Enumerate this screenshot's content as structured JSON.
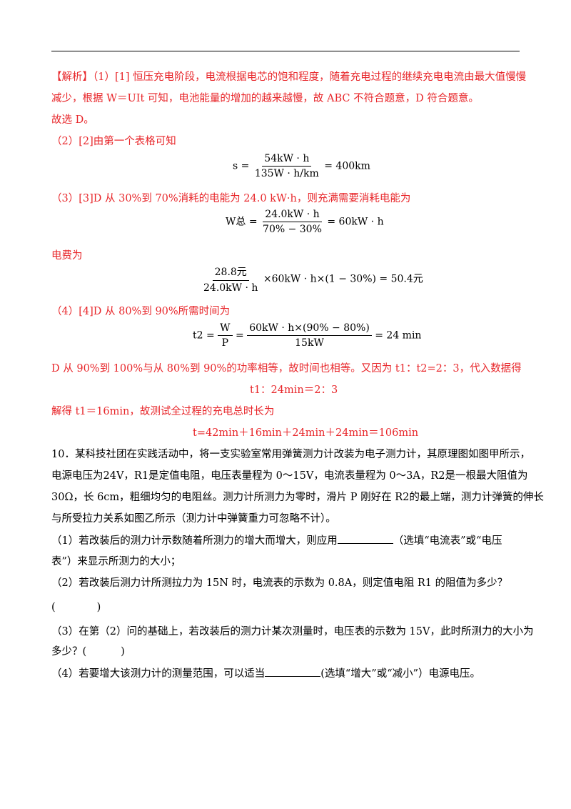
{
  "analysis": {
    "tag": "【解析】",
    "p1_a": "（1）[1] 恒压充电阶段，电流根据电芯的饱和程度，随着充电过程的继续充电电流由最大值慢慢",
    "p1_b": "减少，根据 W＝UIt 可知，电池能量的增加的越来越慢，故 ABC 不符合题意，D 符合题意。",
    "p1_c": "故选 D。",
    "p2": "（2）[2]由第一个表格可知",
    "f1_left": "s =",
    "f1_num": "54kW · h",
    "f1_den": "135W · h/km",
    "f1_right": "= 400km",
    "p3": "（3）[3]D 从 30%到 70%消耗的电能为 24.0 kW·h，则充满需要消耗电能为",
    "f2_left": "W总 =",
    "f2_num": "24.0kW · h",
    "f2_den": "70% − 30%",
    "f2_right": "= 60kW · h",
    "p_fee": "电费为",
    "f3_num": "28.8元",
    "f3_den": "24.0kW · h",
    "f3_right": "×60kW · h×(1 − 30%) = 50.4元",
    "p4": "（4）[4]D 从 80%到 90%所需时间为",
    "f4_left": "t2 =",
    "f4_n1": "W",
    "f4_d1": "P",
    "f4_mid": "=",
    "f4_num": "60kW · h×(90% − 80%)",
    "f4_den": "15kW",
    "f4_right": "= 24 min",
    "p5": "D 从 90%到 100%与从 80%到 90%的功率相等，故时间也相等。又因为 t1：t2=2：3，代入数据得",
    "eq5": "t1：24min＝2：3",
    "p6": "解得 t1＝16min，故测试全过程的充电总时长为",
    "eq6": "t=42min＋16min＋24min＋24min＝106min"
  },
  "question": {
    "l1": "10．某科技社团在实践活动中，将一支实验室常用弹簧测力计改装为电子测力计，其原理图如图甲所示，",
    "l2": "电源电压为24V，R1是定值电阻，电压表量程为 0～15V，电流表量程为 0～3A，R2是一根最大阻值为",
    "l3": "30Ω，长 6cm，粗细均匀的电阻丝。测力计所测力为零时，滑片 P 刚好在 R2的最上端，测力计弹簧的伸长",
    "l4": "与所受拉力关系如图乙所示（测力计中弹簧重力可忽略不计）。",
    "q1_a": "（1）若改装后的测力计示数随着所测力的增大而增大，则应用",
    "q1_b": "（选填“电流表”或“电压",
    "q1_c": "表”）来显示所测力的大小；",
    "q2": "（2）若改装后测力计所测拉力为 15N 时，电流表的示数为 0.8A，则定值电阻 R1 的阻值为多少？",
    "q2_paren_open": "(",
    "q2_paren_close": ")",
    "q3_a": "（3）在第（2）问的基础上，若改装后的测力计某次测量时，电压表的示数为 15V，此时所测力的大小为",
    "q3_b": "多少？(",
    "q3_close": ")",
    "q4_a": "（4）若要增大该测力计的测量范围，可以适当",
    "q4_b": "(选填“增大”或“减小”）电源电压。"
  },
  "colors": {
    "answer": "#e8262a",
    "question": "#000000"
  }
}
